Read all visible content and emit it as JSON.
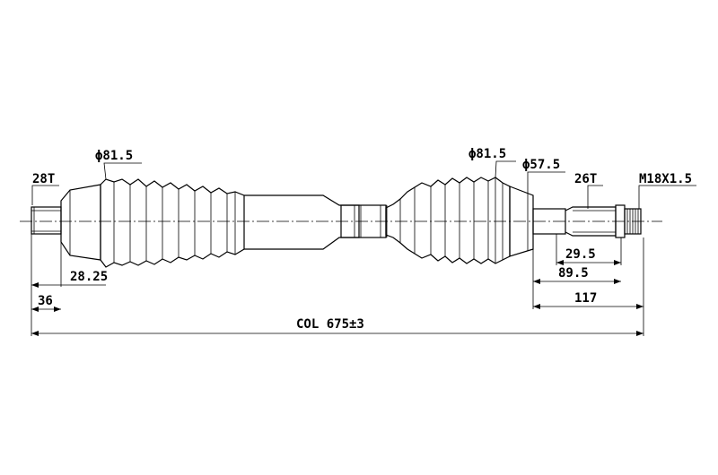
{
  "drawing": {
    "labels": {
      "spline_left": "28T",
      "boot_dia_left": "ϕ81.5",
      "boot_dia_right": "ϕ81.5",
      "joint_dia_right": "ϕ57.5",
      "spline_right": "26T",
      "thread": "M18X1.5"
    },
    "dimensions": {
      "d_28_25": "28.25",
      "d_36": "36",
      "d_29_5": "29.5",
      "d_89_5": "89.5",
      "d_117": "117",
      "overall": "COL 675±3"
    }
  }
}
